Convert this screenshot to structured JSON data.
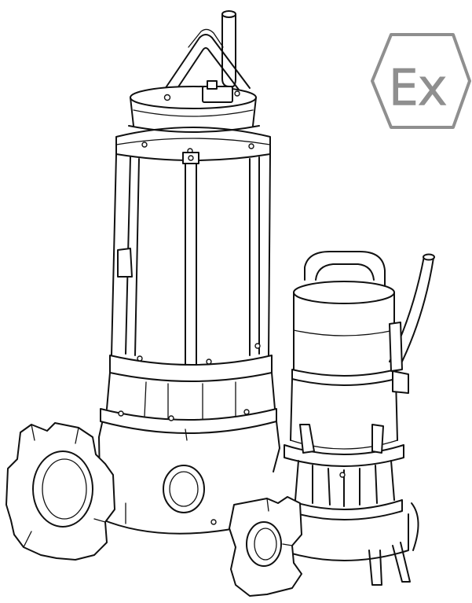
{
  "certification_mark": {
    "label": "Ex",
    "color": "#8f8f8f",
    "shape": "hexagon"
  },
  "figure": {
    "items": [
      "large-submersible-pump",
      "small-submersible-pump"
    ],
    "line_color": "#111111",
    "background": "#ffffff"
  }
}
